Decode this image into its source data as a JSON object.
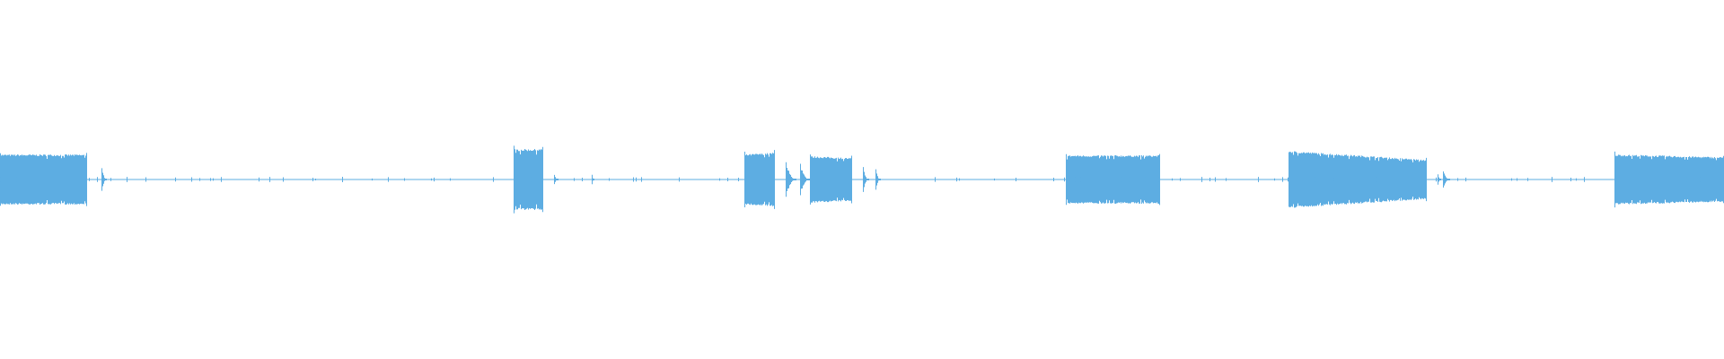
{
  "waveform": {
    "color": "#5dade2",
    "background": "#ffffff",
    "baseline_amplitude": 0.006,
    "segments": [
      {
        "start": 0.0,
        "end": 0.0505,
        "amp_start": 0.14,
        "amp_end": 0.14,
        "type": "block"
      },
      {
        "start": 0.0589,
        "end": 0.062,
        "amp_start": 0.08,
        "amp_end": 0.0,
        "type": "spike"
      },
      {
        "start": 0.298,
        "end": 0.315,
        "amp_start": 0.17,
        "amp_end": 0.17,
        "type": "block"
      },
      {
        "start": 0.3215,
        "end": 0.324,
        "amp_start": 0.03,
        "amp_end": 0.0,
        "type": "spike"
      },
      {
        "start": 0.343,
        "end": 0.345,
        "amp_start": 0.03,
        "amp_end": 0.0,
        "type": "spike"
      },
      {
        "start": 0.432,
        "end": 0.4495,
        "amp_start": 0.14,
        "amp_end": 0.15,
        "type": "block"
      },
      {
        "start": 0.4557,
        "end": 0.462,
        "amp_start": 0.11,
        "amp_end": 0.0,
        "type": "spike"
      },
      {
        "start": 0.4641,
        "end": 0.47,
        "amp_start": 0.09,
        "amp_end": 0.0,
        "type": "spike"
      },
      {
        "start": 0.4698,
        "end": 0.4943,
        "amp_start": 0.13,
        "amp_end": 0.12,
        "type": "block"
      },
      {
        "start": 0.5005,
        "end": 0.504,
        "amp_start": 0.07,
        "amp_end": 0.0,
        "type": "spike"
      },
      {
        "start": 0.5078,
        "end": 0.511,
        "amp_start": 0.06,
        "amp_end": 0.0,
        "type": "spike"
      },
      {
        "start": 0.618,
        "end": 0.673,
        "amp_start": 0.135,
        "amp_end": 0.135,
        "type": "block"
      },
      {
        "start": 0.7474,
        "end": 0.8276,
        "amp_start": 0.16,
        "amp_end": 0.11,
        "type": "block"
      },
      {
        "start": 0.8338,
        "end": 0.836,
        "amp_start": 0.03,
        "amp_end": 0.0,
        "type": "spike"
      },
      {
        "start": 0.837,
        "end": 0.841,
        "amp_start": 0.05,
        "amp_end": 0.0,
        "type": "spike"
      },
      {
        "start": 0.9365,
        "end": 1.0,
        "amp_start": 0.14,
        "amp_end": 0.125,
        "type": "block"
      }
    ]
  }
}
